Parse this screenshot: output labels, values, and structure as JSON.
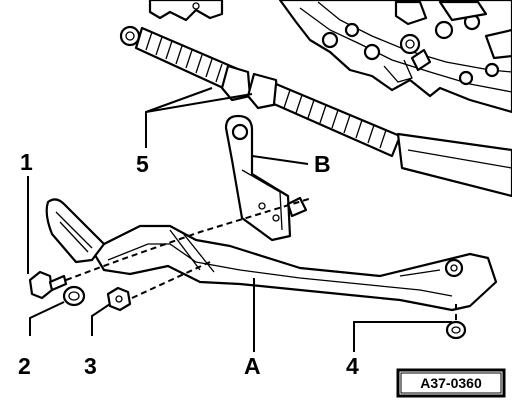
{
  "callouts": {
    "c1": "1",
    "c2": "2",
    "c3": "3",
    "c4": "4",
    "c5": "5",
    "cA": "A",
    "cB": "B"
  },
  "figure_reference": "A37-0360"
}
